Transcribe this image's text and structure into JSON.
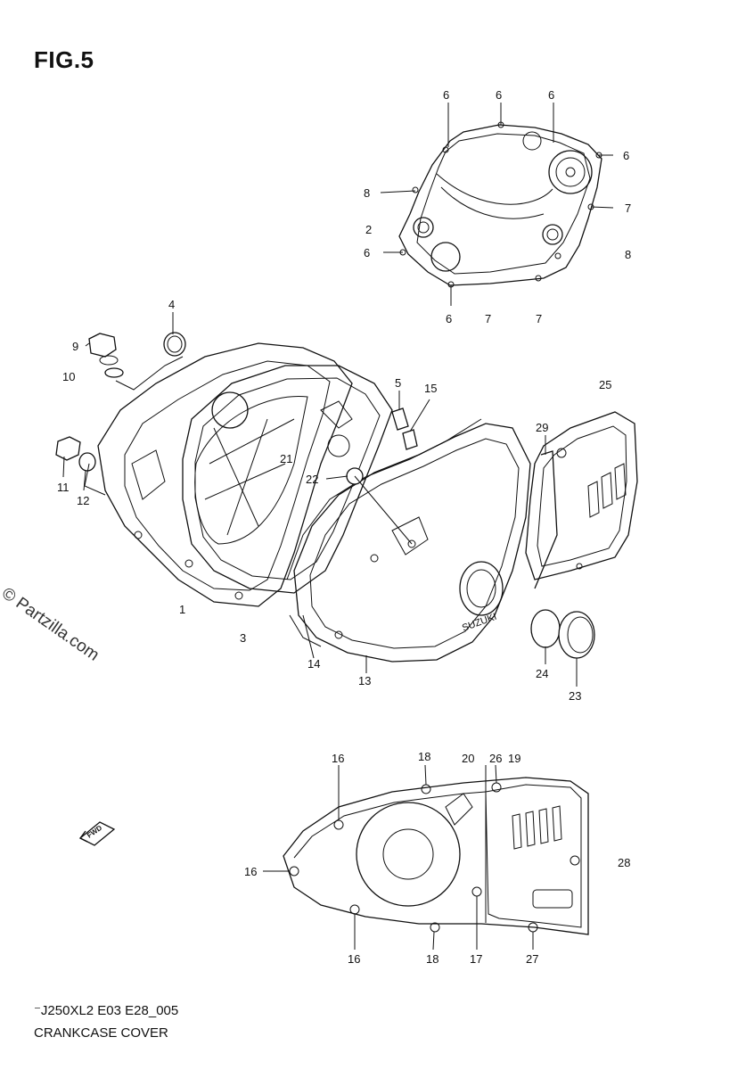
{
  "header": {
    "figure_label": "FIG.5"
  },
  "footer": {
    "model_code": "⁻J250XL2 E03 E28_005",
    "section_name": "CRANKCASE COVER"
  },
  "watermark": {
    "text": "© Partzilla.com"
  },
  "cover_logo": {
    "text": "SUZUKI"
  },
  "fwd_badge": {
    "text": "FWD"
  },
  "callouts": [
    "6",
    "6",
    "6",
    "6",
    "8",
    "7",
    "2",
    "6",
    "8",
    "6",
    "7",
    "7",
    "4",
    "9",
    "10",
    "5",
    "15",
    "25",
    "29",
    "21",
    "11",
    "12",
    "22",
    "1",
    "3",
    "14",
    "13",
    "24",
    "23",
    "16",
    "18",
    "20",
    "26",
    "19",
    "28",
    "16",
    "16",
    "18",
    "17",
    "27"
  ]
}
